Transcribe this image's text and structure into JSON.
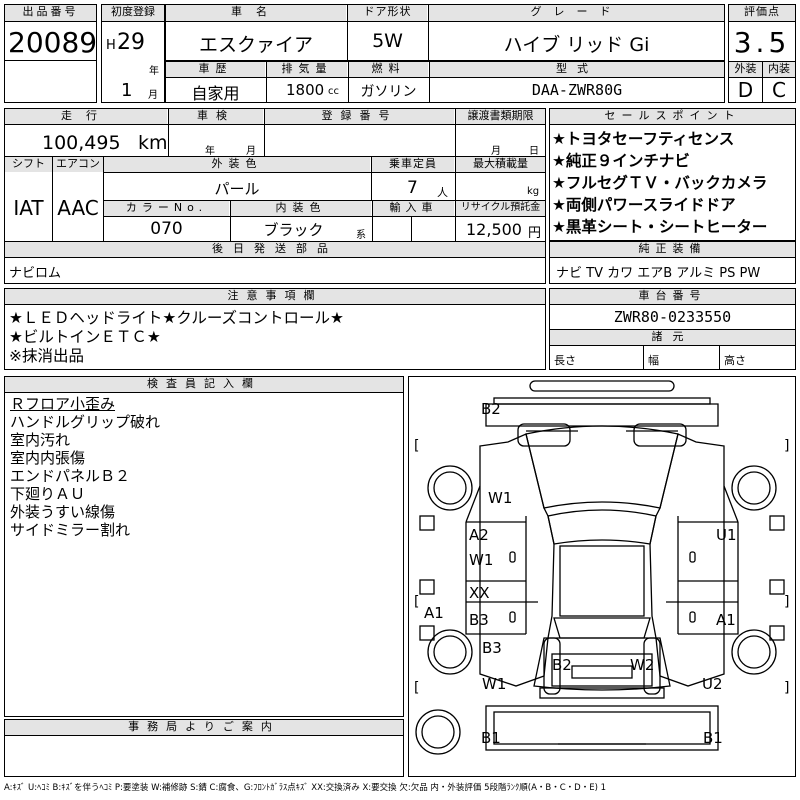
{
  "header": {
    "lot_number_label": "出品番号",
    "lot_number": "20089",
    "first_reg_label": "初度登録",
    "era": "H",
    "year": "29",
    "year_unit": "年",
    "month": "1",
    "month_unit": "月",
    "car_name_label": "車名",
    "car_name": "エスクァイア",
    "door_label": "ドア形状",
    "door": "5W",
    "grade_label": "グレード",
    "grade": "ハイブ リッド Gi",
    "score_label": "評価点",
    "score": "3.5",
    "history_label": "車歴",
    "history": "自家用",
    "displacement_label": "排気量",
    "displacement": "1800",
    "displacement_unit": "cc",
    "fuel_label": "燃料",
    "fuel": "ガソリン",
    "model_label": "型式",
    "model": "DAA-ZWR80G",
    "exterior_label": "外装",
    "exterior_score": "D",
    "interior_label": "内装",
    "interior_score": "C"
  },
  "details": {
    "mileage_label": "走行",
    "mileage": "100,495",
    "mileage_unit": "km",
    "inspection_label": "車検",
    "inspection_year_unit": "年",
    "inspection_month_unit": "月",
    "plate_label": "登録番号",
    "transfer_label": "譲渡書類期限",
    "transfer_month_unit": "月",
    "transfer_day_unit": "日",
    "shift_label": "シフト",
    "shift": "IAT",
    "ac_label": "エアコン",
    "ac": "AAC",
    "ext_color_label": "外装色",
    "ext_color": "パール",
    "capacity_label": "乗車定員",
    "capacity": "7",
    "capacity_unit": "人",
    "load_label": "最大積載量",
    "load_unit": "kg",
    "color_no_label": "カラーNo.",
    "color_no": "070",
    "int_color_label": "内装色",
    "int_color": "ブラック",
    "int_color_unit": "系",
    "import_label": "輸入車",
    "recycle_label": "リサイクル預託金",
    "recycle": "12,500",
    "recycle_unit": "円",
    "later_parts_label": "後日発送部品",
    "later_parts": "ナビロム"
  },
  "sales_points": {
    "label": "セールスポイント",
    "items": [
      "★トヨタセーフティセンス",
      "★純正９インチナビ",
      "★フルセグＴＶ・バックカメラ",
      "★両側パワースライドドア",
      "★黒革シート・シートヒーター"
    ]
  },
  "equipment": {
    "label": "純正装備",
    "value": "ナビ TV カワ エアB アルミ PS PW"
  },
  "notes": {
    "label": "注意事項欄",
    "lines": [
      "★ＬＥＤヘッドライト★クルーズコントロール★",
      "★ビルトインＥＴＣ★",
      "※抹消出品"
    ]
  },
  "chassis": {
    "label": "車台番号",
    "value": "ZWR80-0233550",
    "spec_label": "諸元",
    "length_label": "長さ",
    "width_label": "幅",
    "height_label": "高さ"
  },
  "inspector": {
    "label": "検査員記入欄",
    "lines": [
      "Ｒフロア小歪み",
      "ハンドルグリップ破れ",
      "室内汚れ",
      "室内内張傷",
      "エンドパネルＢ２",
      "下廻りＡＵ",
      "外装うすい線傷",
      "サイドミラー割れ"
    ]
  },
  "office": {
    "label": "事務局よりご案内"
  },
  "diagram": {
    "marks": [
      "B2",
      "W1",
      "A2",
      "W1",
      "U1",
      "XX",
      "B3",
      "A1",
      "A1",
      "B3",
      "B2",
      "W2",
      "W1",
      "U2",
      "B1",
      "B1"
    ],
    "bracket_open": "[",
    "bracket_close": "]"
  },
  "legend": "A:ｷｽﾞ U:ﾍｺﾐ B:ｷｽﾞを伴うﾍｺﾐ P:要塗装 W:補修跡 S:錆 C:腐食、G:ﾌﾛﾝﾄｶﾞﾗｽ点ｷｽﾞ XX:交換済み X:要交換 欠:欠品 内・外装評価 5段階ﾗﾝｸ順(A・B・C・D・E) 1"
}
